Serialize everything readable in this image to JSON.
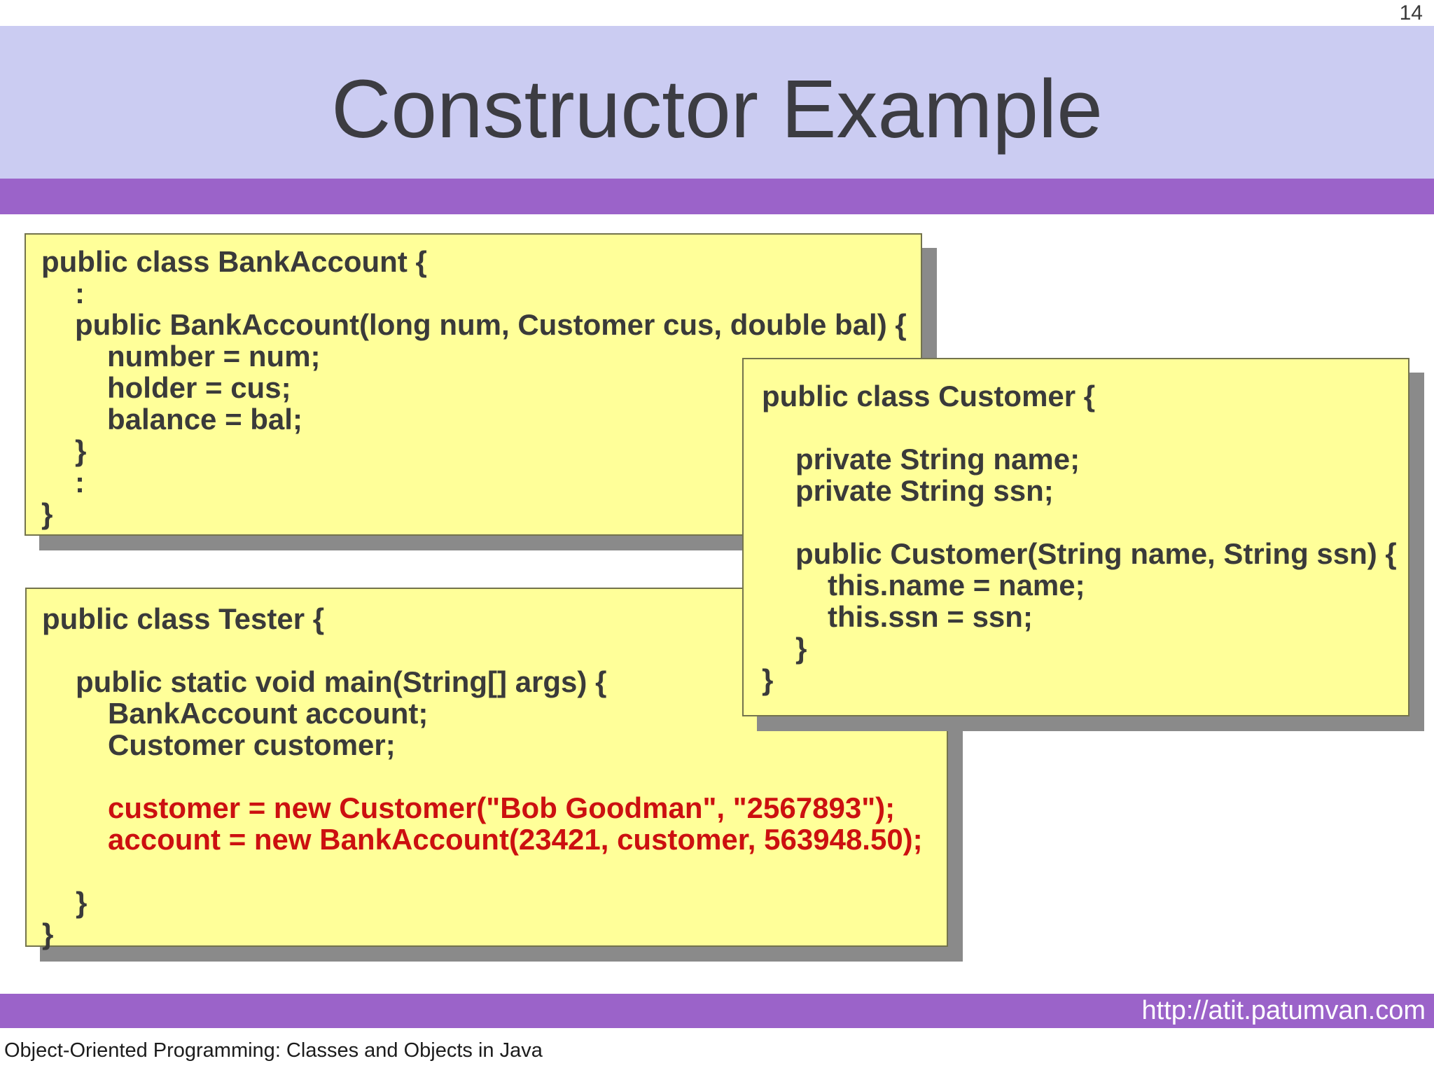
{
  "page_number": "14",
  "header": {
    "title": "Constructor Example"
  },
  "colors": {
    "banner_background": "#cbccf2",
    "stripe_purple": "#9b63c9",
    "code_box_fill": "#ffff99",
    "code_box_shadow": "#8a8a8a",
    "code_text": "#3a3a3a",
    "highlight_red": "#cc1010"
  },
  "boxes": [
    {
      "name": "bankaccount-class",
      "lines": [
        {
          "t": "public class BankAccount {",
          "i": 0
        },
        {
          "t": ":",
          "i": 1
        },
        {
          "t": "public BankAccount(long num, Customer cus, double bal) {",
          "i": 1
        },
        {
          "t": "number = num;",
          "i": 2
        },
        {
          "t": "holder = cus;",
          "i": 2
        },
        {
          "t": "balance = bal;",
          "i": 2
        },
        {
          "t": "}",
          "i": 1
        },
        {
          "t": ":",
          "i": 1
        },
        {
          "t": "}",
          "i": 0
        }
      ]
    },
    {
      "name": "customer-class",
      "lines": [
        {
          "t": "public class Customer {",
          "i": 0
        },
        {
          "t": "",
          "i": 0
        },
        {
          "t": "private String name;",
          "i": 1
        },
        {
          "t": "private String ssn;",
          "i": 1
        },
        {
          "t": "",
          "i": 0
        },
        {
          "t": "public Customer(String name, String ssn) {",
          "i": 1
        },
        {
          "t": "this.name = name;",
          "i": 2
        },
        {
          "t": "this.ssn = ssn;",
          "i": 2
        },
        {
          "t": "}",
          "i": 1
        },
        {
          "t": "}",
          "i": 0
        }
      ]
    },
    {
      "name": "tester-class",
      "lines": [
        {
          "t": "public class Tester {",
          "i": 0
        },
        {
          "t": "",
          "i": 0
        },
        {
          "t": "public static void main(String[] args) {",
          "i": 1
        },
        {
          "t": "BankAccount account;",
          "i": 2
        },
        {
          "t": "Customer customer;",
          "i": 2
        },
        {
          "t": "",
          "i": 0
        },
        {
          "t": "customer = new Customer(\"Bob Goodman\", \"2567893\");",
          "i": 2,
          "red": true
        },
        {
          "t": "account = new BankAccount(23421, customer, 563948.50);",
          "i": 2,
          "red": true
        },
        {
          "t": "",
          "i": 0
        },
        {
          "t": "}",
          "i": 1
        },
        {
          "t": "}",
          "i": 0
        }
      ]
    }
  ],
  "footer": {
    "url": "http://atit.patumvan.com",
    "caption": "Object-Oriented Programming: Classes and Objects in Java"
  }
}
